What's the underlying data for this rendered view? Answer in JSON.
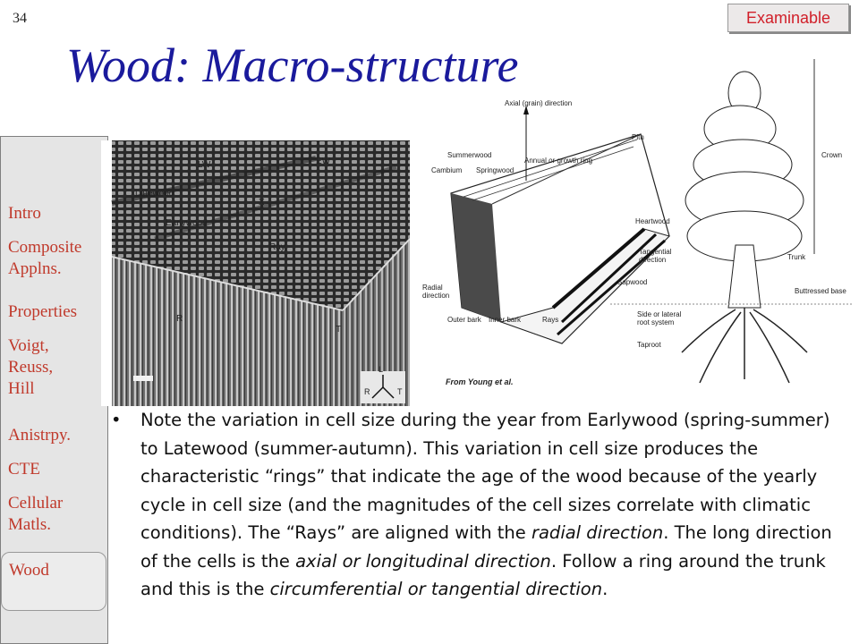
{
  "slide": {
    "number": "34",
    "badge": "Examinable",
    "title": "Wood: Macro-structure"
  },
  "sidebar": {
    "items": [
      {
        "label": "Intro"
      },
      {
        "label": "Composite Applns."
      },
      {
        "label": "Properties"
      },
      {
        "label": "Voigt, Reuss, Hill"
      },
      {
        "label": "Anistrpy."
      },
      {
        "label": "CTE"
      },
      {
        "label": "Cellular Matls."
      },
      {
        "label": "Wood"
      }
    ]
  },
  "micrograph": {
    "labels": {
      "lw": "LW",
      "ew": "EW",
      "latewood": "Latewood",
      "earlywood": "Earlywood",
      "x": "X",
      "ray": "Ray",
      "r": "R",
      "t": "T",
      "axis_l": "L",
      "axis_r": "R",
      "axis_t": "T"
    }
  },
  "diagram": {
    "labels": {
      "axial": "Axial (grain) direction",
      "pith": "Pith",
      "summerwood": "Summerwood",
      "annual": "Annual or growth ring",
      "cambium": "Cambium",
      "springwood": "Springwood",
      "heartwood": "Heartwood",
      "tangential": "Tangential",
      "tangential2": "direction",
      "radial": "Radial",
      "radial2": "direction",
      "sapwood": "Sapwood",
      "outer_bark": "Outer bark",
      "inner_bark": "Inner bark",
      "rays": "Rays",
      "credit": "From Young et al."
    }
  },
  "tree": {
    "labels": {
      "crown": "Crown",
      "trunk": "Trunk",
      "buttressed": "Buttressed base",
      "side_root": "Side or lateral",
      "side_root2": "root system",
      "taproot": "Taproot"
    }
  },
  "body": {
    "bullet_glyph": "•",
    "p1": "Note the variation in cell size during the year from Earlywood (spring-summer) to Latewood (summer-autumn).  This variation in cell size produces the characteristic “rings” that indicate the age of the wood because of the yearly cycle in cell size (and the magnitudes of the cell sizes correlate with climatic conditions).  The “Rays” are aligned with the ",
    "em1": "radial direction",
    "p2": ". The long direction of the cells is the ",
    "em2": "axial or longitudinal direction",
    "p3": ". Follow a ring around the trunk and this is the ",
    "em3": "circumferential or tangential direction",
    "p4": "."
  }
}
